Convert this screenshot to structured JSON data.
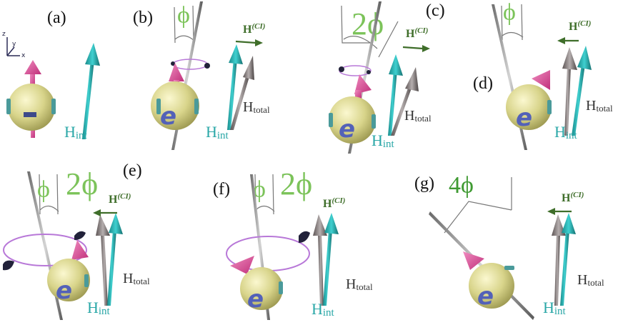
{
  "panels": {
    "a": {
      "label": "(a)",
      "charge": "−",
      "hint_main": "H",
      "hint_sub": "int"
    },
    "b": {
      "label": "(b)",
      "angle": "ϕ",
      "hcl_main": "H",
      "hcl_sup": "(CI)",
      "hint_main": "H",
      "hint_sub": "int",
      "htot_main": "H",
      "htot_sub": "total",
      "electron": "e"
    },
    "c": {
      "label": "(c)",
      "angle": "2ϕ",
      "hcl_main": "H",
      "hcl_sup": "(CI)",
      "hint_main": "H",
      "hint_sub": "int",
      "htot_main": "H",
      "htot_sub": "total",
      "electron": "e"
    },
    "d": {
      "label": "(d)",
      "angle": "ϕ",
      "hcl_main": "H",
      "hcl_sup": "(CI)",
      "hint_main": "H",
      "hint_sub": "int",
      "htot_main": "H",
      "htot_sub": "total",
      "electron": "e"
    },
    "e": {
      "label": "(e)",
      "angle_small": "ϕ",
      "angle_big": "2ϕ",
      "hcl_main": "H",
      "hcl_sup": "(CI)",
      "hint_main": "H",
      "hint_sub": "int",
      "htot_main": "H",
      "htot_sub": "total",
      "electron": "e"
    },
    "f": {
      "label": "(f)",
      "angle_small": "ϕ",
      "angle_big": "2ϕ",
      "hcl_main": "H",
      "hcl_sup": "(CI)",
      "hint_main": "H",
      "hint_sub": "int",
      "htot_main": "H",
      "htot_sub": "total",
      "electron": "e"
    },
    "g": {
      "label": "(g)",
      "angle": "4ϕ",
      "hcl_main": "H",
      "hcl_sup": "(CI)",
      "hint_main": "H",
      "hint_sub": "int",
      "htot_main": "H",
      "htot_sub": "total",
      "electron": "e"
    }
  },
  "axes": {
    "z": "z",
    "y": "y",
    "x": "x"
  },
  "colors": {
    "sphere": "#d8d48a",
    "spin_arrow": "#e0509a",
    "h_int": "#2ab0b0",
    "h_total": "#8a8080",
    "h_cl": "#3f6e2a",
    "phi": "#7cc35a",
    "orbit": "#b878d8",
    "axis_rod": "#8a8a8a"
  }
}
